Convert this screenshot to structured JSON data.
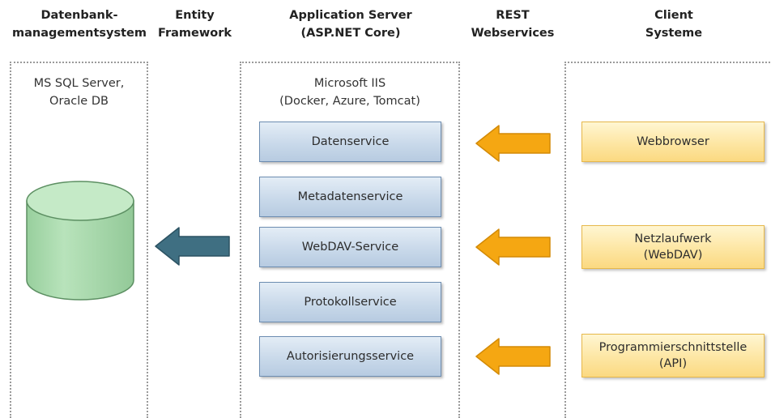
{
  "headers": {
    "dbms": "Datenbank-\nmanagementsystem",
    "entity_framework": "Entity\nFramework",
    "app_server": "Application Server\n(ASP.NET Core)",
    "rest": "REST\nWebservices",
    "clients": "Client\nSysteme"
  },
  "database": {
    "caption": "MS SQL Server,\nOracle DB",
    "color": "#a9d9ad"
  },
  "app_server": {
    "caption": "Microsoft IIS\n(Docker, Azure, Tomcat)",
    "services": [
      "Datenservice",
      "Metadatenservice",
      "WebDAV-Service",
      "Protokollservice",
      "Autorisierungsservice"
    ]
  },
  "clients": [
    "Webbrowser",
    "Netzlaufwerk\n(WebDAV)",
    "Programmierschnittstelle\n(API)"
  ],
  "colors": {
    "service_fill": "#c9d9ea",
    "client_fill": "#fde6a3",
    "request_arrow": "#f5a712",
    "db_arrow": "#3f6f82",
    "zone_border": "#9a9a9a"
  }
}
